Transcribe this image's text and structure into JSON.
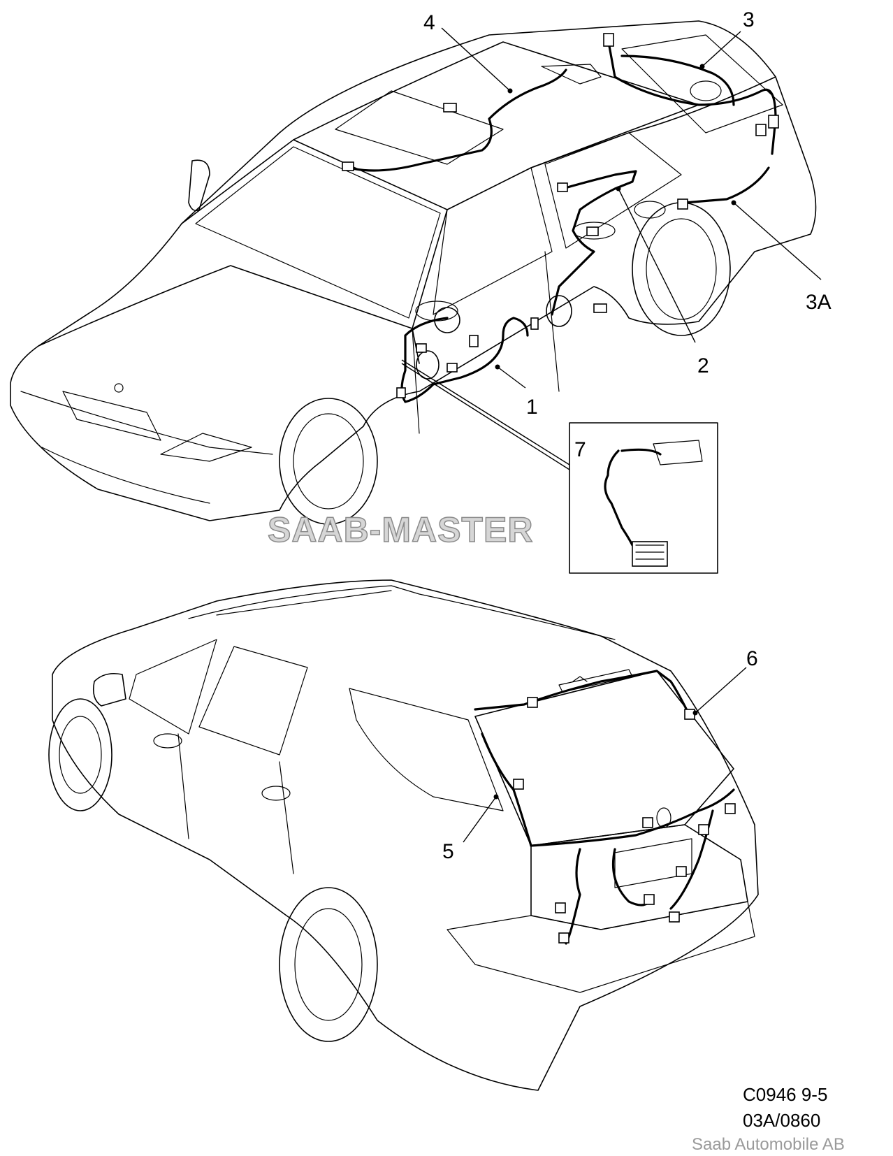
{
  "callouts": {
    "c1": "1",
    "c2": "2",
    "c3": "3",
    "c3a": "3A",
    "c4": "4",
    "c5": "5",
    "c6": "6",
    "c7": "7"
  },
  "watermark": "SAAB-MASTER",
  "reference": {
    "code": "C0946 9-5",
    "number": "03A/0860",
    "maker": "Saab Automobile AB"
  }
}
